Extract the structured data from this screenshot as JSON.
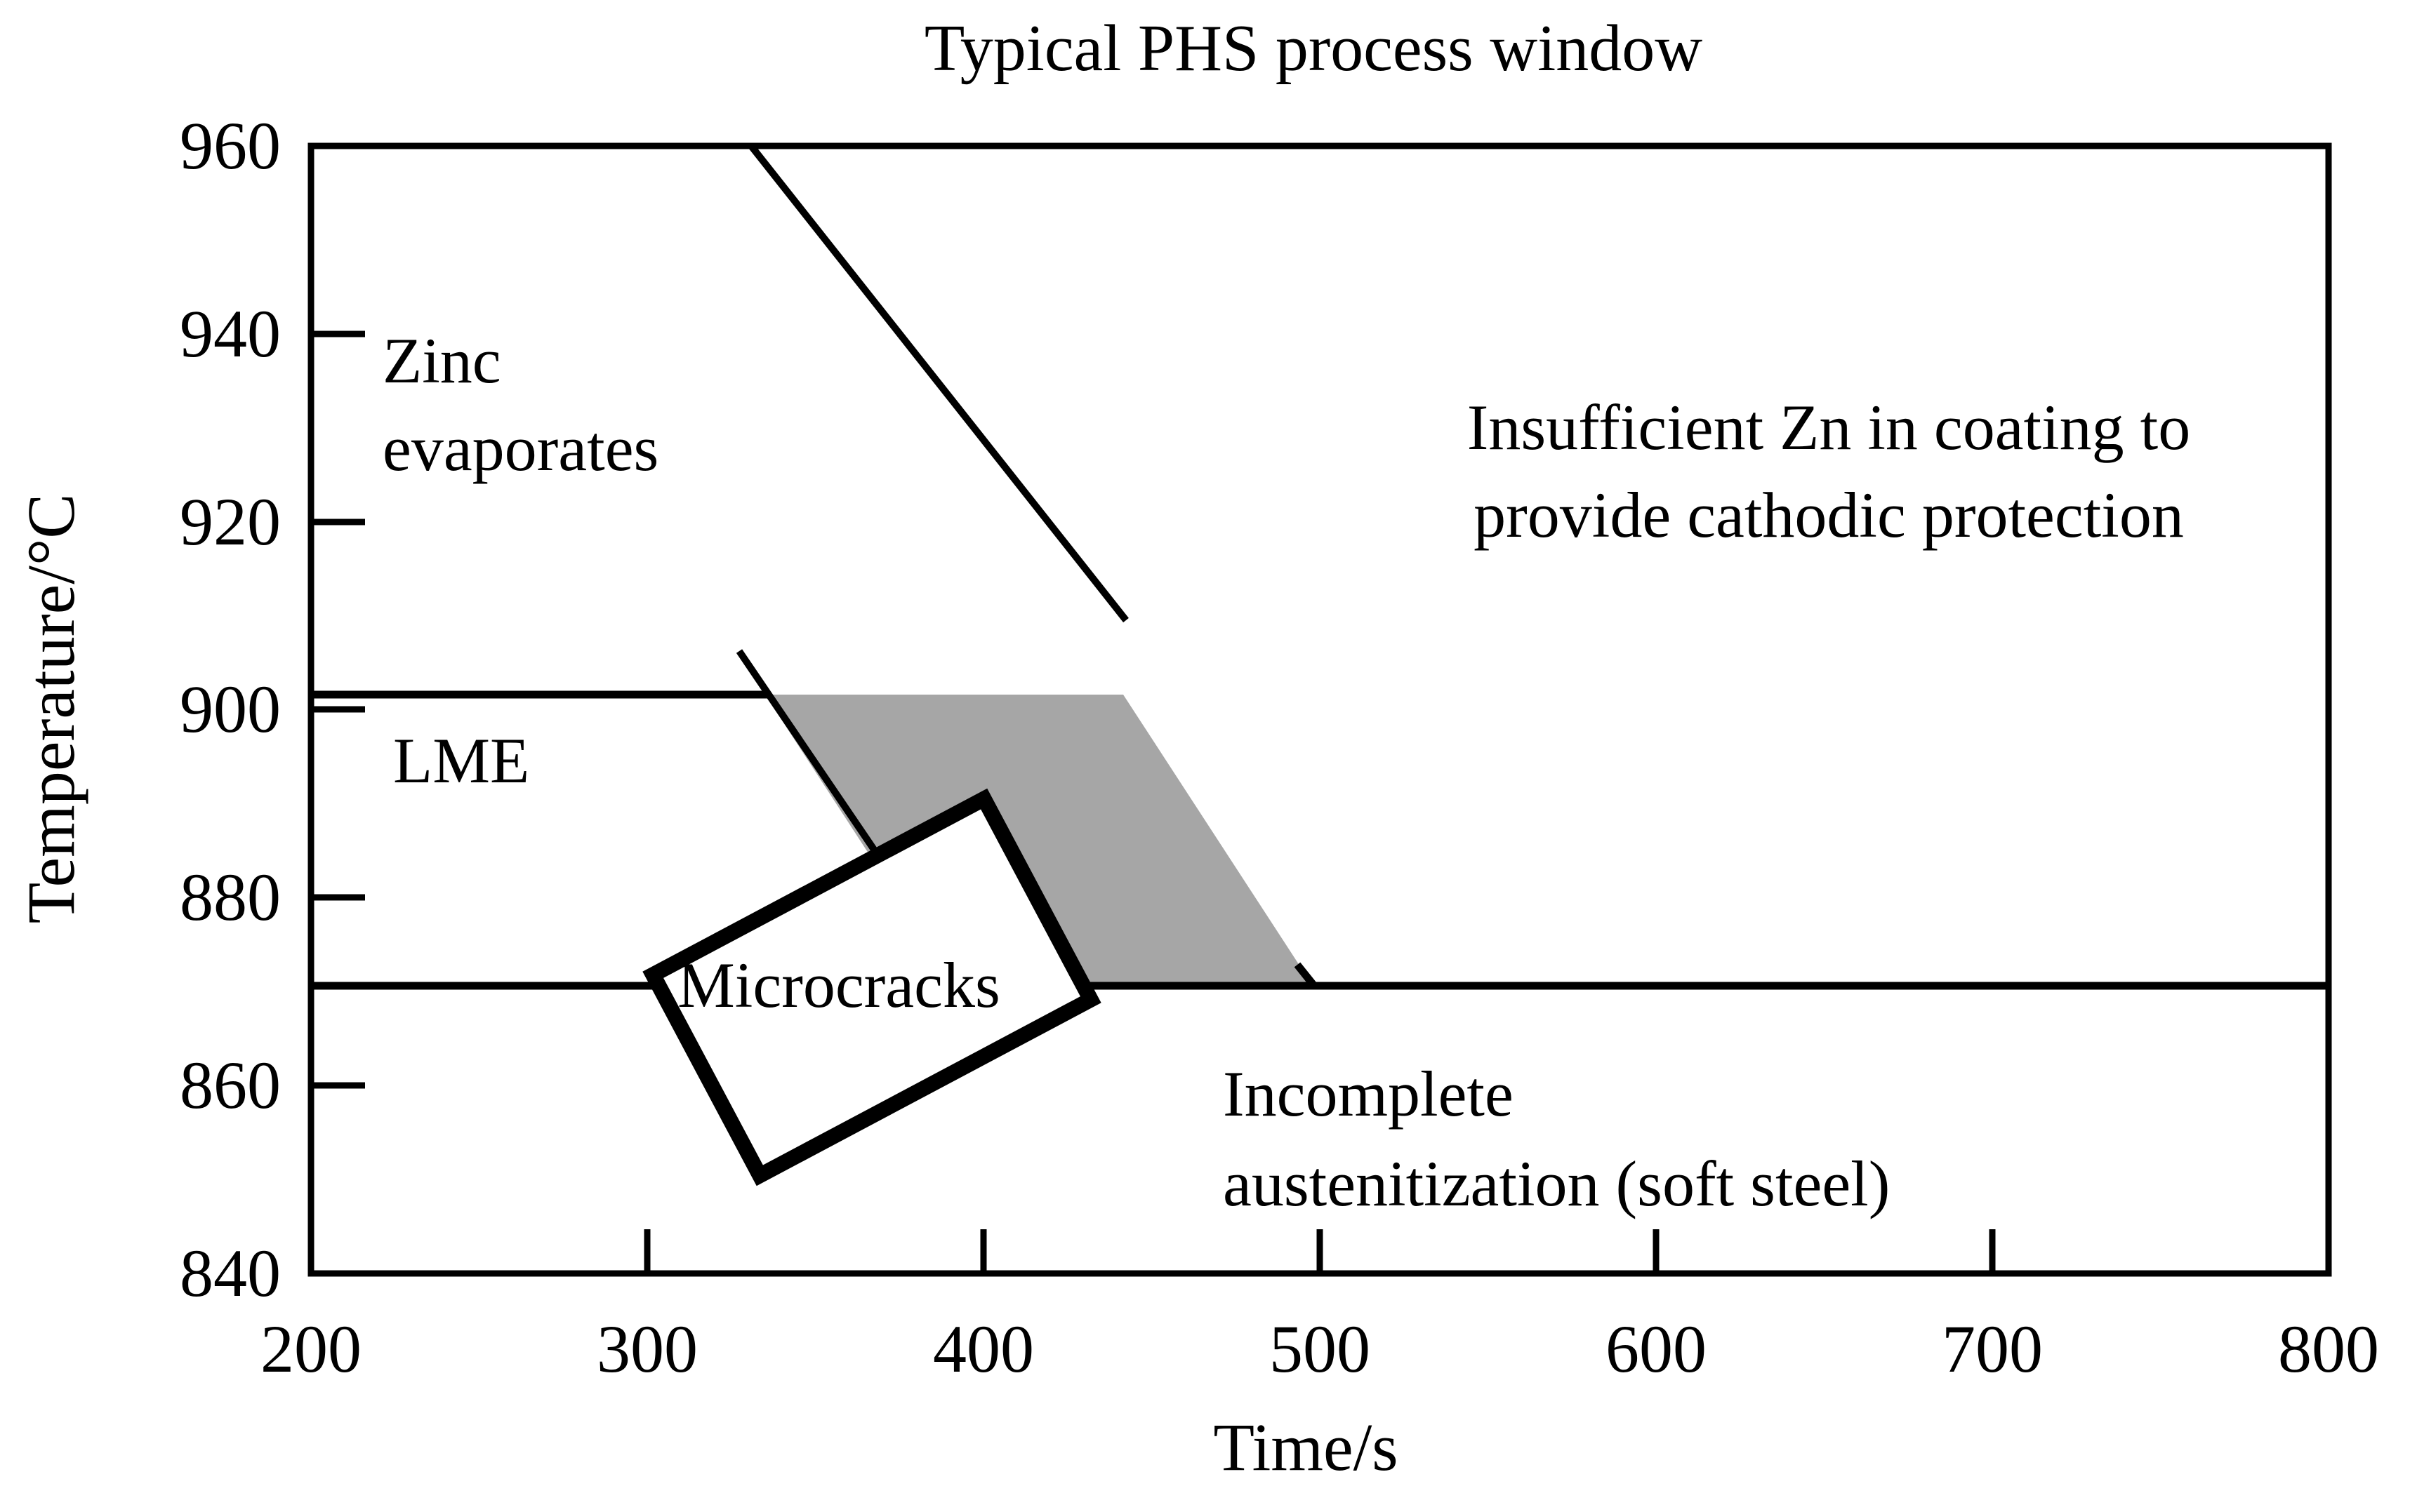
{
  "chart_data": {
    "type": "diagram",
    "title": "Typical PHS process window",
    "xlabel": "Time/s",
    "ylabel": "Temperature/°C",
    "xlim": [
      200,
      800
    ],
    "ylim": [
      840,
      960
    ],
    "xticks": [
      200,
      300,
      400,
      500,
      600,
      700,
      800
    ],
    "yticks": [
      840,
      860,
      880,
      900,
      920,
      940,
      960
    ],
    "grid": false,
    "legend": "none",
    "boundaries": [
      {
        "name": "zinc-evaporation-boundary",
        "type": "horizontal",
        "value": 908,
        "x_from": 200,
        "x_to": 335
      },
      {
        "name": "austenitization-boundary",
        "type": "horizontal",
        "value": 877,
        "x_from": 200,
        "x_to": 800
      },
      {
        "name": "zinc-evaporation-diagonal",
        "type": "line",
        "points": [
          [
            331,
            960
          ],
          [
            442,
            908
          ]
        ]
      },
      {
        "name": "lme-diagonal",
        "type": "line",
        "points": [
          [
            335,
            908
          ],
          [
            400,
            877
          ]
        ]
      }
    ],
    "process_window": {
      "name": "process-window-parallelogram",
      "fill": "#a6a6a6",
      "points": [
        [
          335,
          908
        ],
        [
          442,
          908
        ],
        [
          498,
          877
        ],
        [
          391,
          877
        ]
      ]
    },
    "microcracks_box": {
      "name": "microcracks-region",
      "rotation_deg": -28,
      "center": [
        358,
        871
      ],
      "width_s": 110,
      "height_c": 42
    },
    "regions": [
      {
        "id": "zinc-evaporates",
        "label": "Zinc\nevaporates",
        "lines": [
          "Zinc",
          "evaporates"
        ]
      },
      {
        "id": "lme",
        "label": "LME",
        "lines": [
          "LME"
        ]
      },
      {
        "id": "microcracks",
        "label": "Microcracks",
        "lines": [
          "Microcracks"
        ]
      },
      {
        "id": "insufficient-zn",
        "label": "Insufficient Zn in coating to provide cathodic protection",
        "lines": [
          "Insufficient Zn in coating to",
          "provide cathodic protection"
        ]
      },
      {
        "id": "incomplete-austenitization",
        "label": "Incomplete austenitization (soft steel)",
        "lines": [
          "Incomplete",
          "austenitization (soft steel)"
        ]
      }
    ]
  },
  "title": "Typical PHS process window",
  "axes": {
    "x_title": "Time/s",
    "y_title": "Temperature/°C",
    "x_tick_labels": [
      "200",
      "300",
      "400",
      "500",
      "600",
      "700",
      "800"
    ],
    "y_tick_labels": [
      "960",
      "940",
      "920",
      "900",
      "880",
      "860",
      "840"
    ]
  },
  "annotations": {
    "zinc_line1": "Zinc",
    "zinc_line2": "evaporates",
    "lme": "LME",
    "microcracks": "Microcracks",
    "insufficient_line1": "Insufficient Zn in coating to",
    "insufficient_line2": "provide cathodic protection",
    "incomplete_line1": "Incomplete",
    "incomplete_line2": "austenitization (soft steel)"
  },
  "colors": {
    "ink": "#000000",
    "window_fill": "#a6a6a6",
    "background": "#ffffff"
  }
}
